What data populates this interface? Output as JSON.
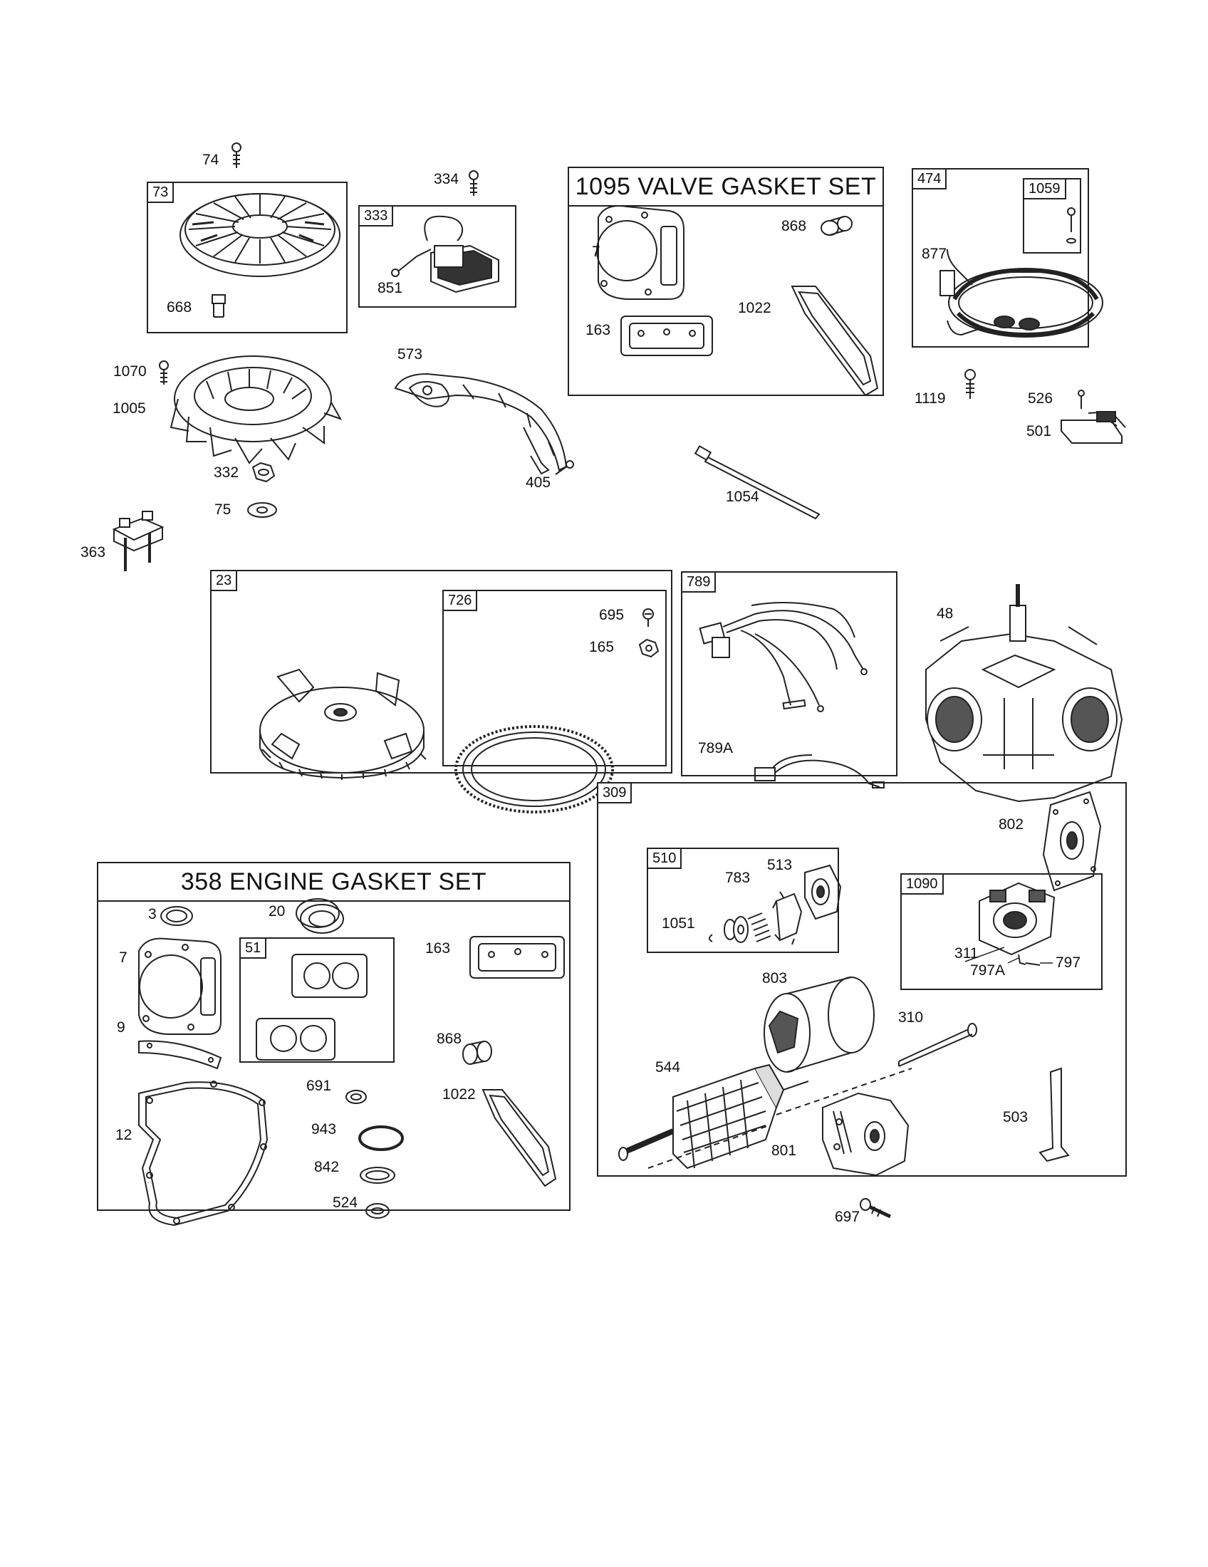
{
  "kits": {
    "k73": "73",
    "k333": "333",
    "k1095": "1095 VALVE GASKET SET",
    "k474": "474",
    "k1059": "1059",
    "k23": "23",
    "k726": "726",
    "k789": "789",
    "k358": "358 ENGINE GASKET SET",
    "k51": "51",
    "k309": "309",
    "k510": "510",
    "k1090": "1090"
  },
  "parts": {
    "p74": "74",
    "p668": "668",
    "p334": "334",
    "p851": "851",
    "p7a": "7",
    "p868a": "868",
    "p163a": "163",
    "p1022a": "1022",
    "p877": "877",
    "p1119": "1119",
    "p526": "526",
    "p501": "501",
    "p1070": "1070",
    "p1005": "1005",
    "p573": "573",
    "p405": "405",
    "p1054": "1054",
    "p332": "332",
    "p75": "75",
    "p363": "363",
    "p695": "695",
    "p165": "165",
    "p789A": "789A",
    "p48": "48",
    "p802": "802",
    "p783": "783",
    "p513": "513",
    "p1051": "1051",
    "p311": "311",
    "p797": "797",
    "p797A": "797A",
    "p803": "803",
    "p310": "310",
    "p544": "544",
    "p503": "503",
    "p801": "801",
    "p697": "697",
    "p3": "3",
    "p20": "20",
    "p7b": "7",
    "p163b": "163",
    "p9": "9",
    "p868b": "868",
    "p691": "691",
    "p1022b": "1022",
    "p12": "12",
    "p943": "943",
    "p842": "842",
    "p524": "524"
  }
}
